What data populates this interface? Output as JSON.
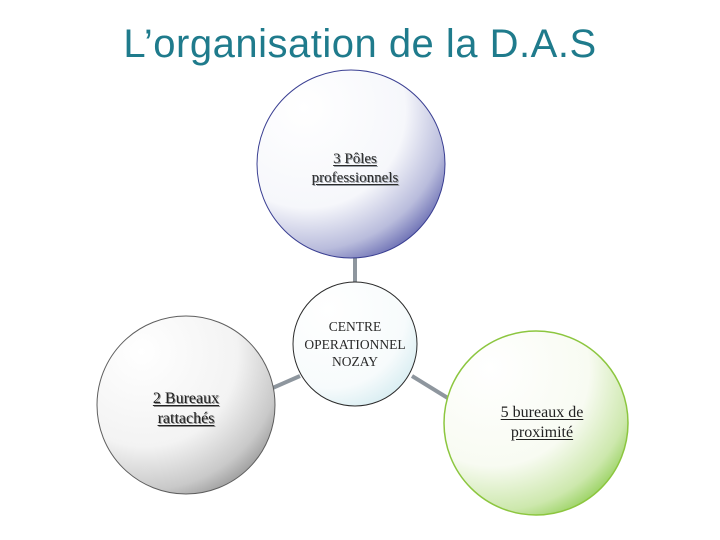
{
  "title": "L’organisation de la D.A.S",
  "center_node": {
    "line1": "CENTRE",
    "line2": "OPERATIONNEL",
    "line3": "NOZAY"
  },
  "top_node": {
    "line1": "3 Pôles",
    "line2": "professionnels"
  },
  "left_node": {
    "line1": "2 Bureaux",
    "line2": "rattachés"
  },
  "right_node": {
    "line1": "5 bureaux de",
    "line2": "proximité"
  },
  "colors": {
    "title": "#1f7b8c",
    "top_node_gradient": [
      "#ffffff",
      "#3b3f9a"
    ],
    "left_node_gradient": [
      "#ffffff",
      "#8a8a8a"
    ],
    "right_node_gradient": [
      "#ffffff",
      "#79c531"
    ],
    "center_node_gradient": [
      "#ffffff",
      "#cfe9ee"
    ],
    "connector": "#8e969e"
  }
}
